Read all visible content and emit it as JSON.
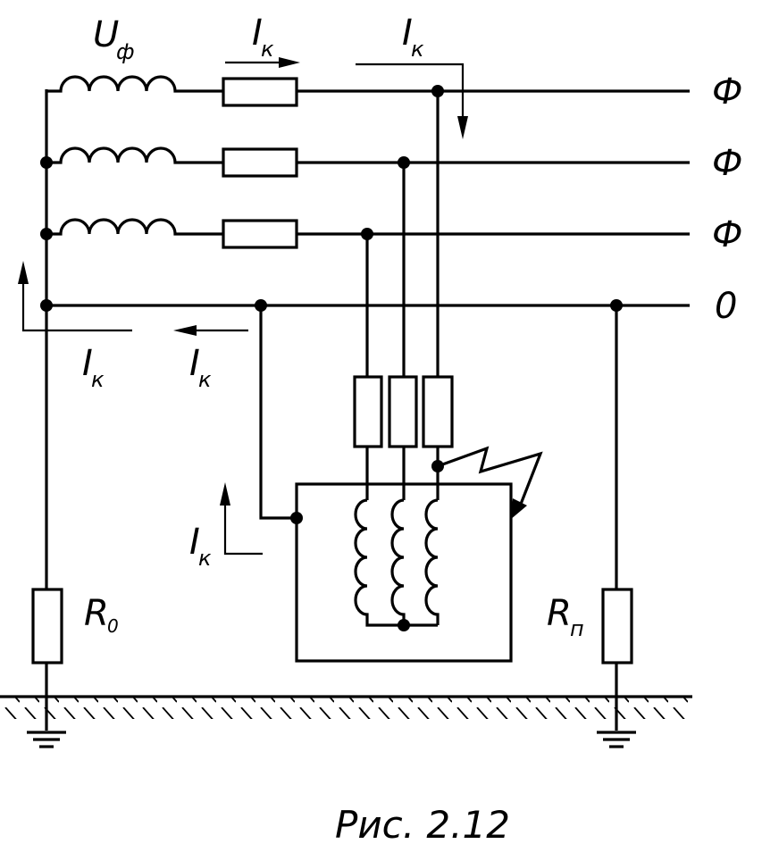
{
  "labels": {
    "source_voltage": {
      "main": "U",
      "sub": "ф"
    },
    "fault_current": {
      "main": "I",
      "sub": "к"
    },
    "phase_line": "Ф",
    "neutral_line": "0",
    "source_ground_resistor": {
      "main": "R",
      "sub": "0"
    },
    "repeat_ground_resistor": {
      "main": "R",
      "sub": "п"
    }
  },
  "caption": "Рис. 2.12"
}
